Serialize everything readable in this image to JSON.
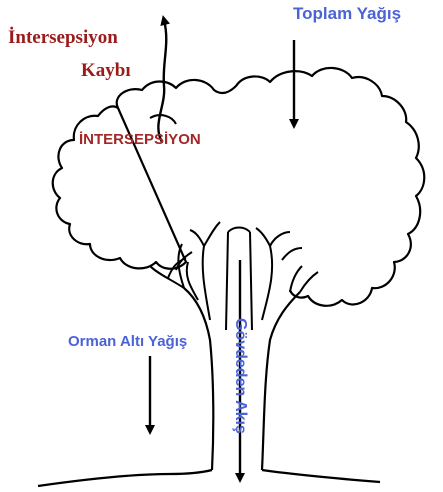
{
  "labels": {
    "interception_loss_line1": "İntersepsiyon",
    "interception_loss_line2": "Kaybı",
    "interception": "İNTERSEPSİYON",
    "total_rainfall": "Toplam Yağış",
    "throughfall": "Orman Altı Yağış",
    "stemflow": "Gövdeden Akış"
  },
  "colors": {
    "dark_red": "#9b1b1b",
    "red": "#a02828",
    "blue": "#4a63d6",
    "line": "#000000"
  }
}
